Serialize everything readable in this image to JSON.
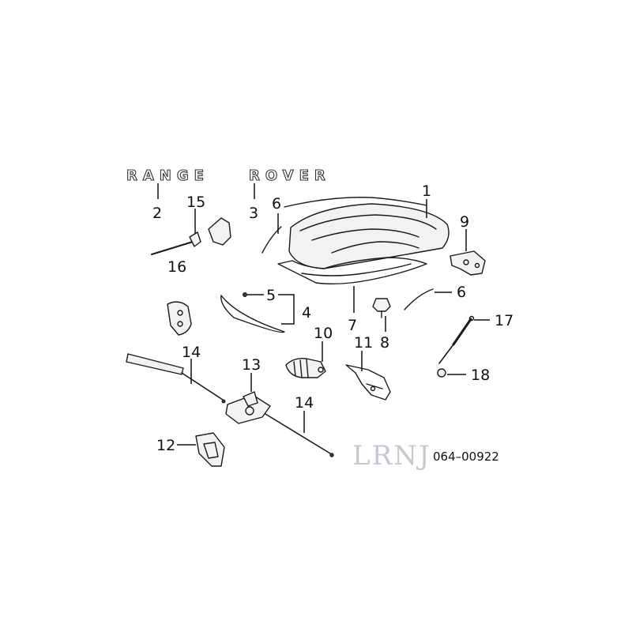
{
  "badges": {
    "range": "RANGE",
    "rover": "ROVER"
  },
  "callouts": {
    "c1": "1",
    "c2": "2",
    "c3": "3",
    "c4": "4",
    "c5": "5",
    "c6a": "6",
    "c6b": "6",
    "c7": "7",
    "c8": "8",
    "c9": "9",
    "c10": "10",
    "c11": "11",
    "c12": "12",
    "c13": "13",
    "c14a": "14",
    "c14b": "14",
    "c15": "15",
    "c16": "16",
    "c17": "17",
    "c18": "18"
  },
  "watermark": "LRNJ",
  "reference_number": "064–00922",
  "colors": {
    "line": "#1a1a1a",
    "watermark": "#c4c8d4",
    "background": "#ffffff"
  }
}
